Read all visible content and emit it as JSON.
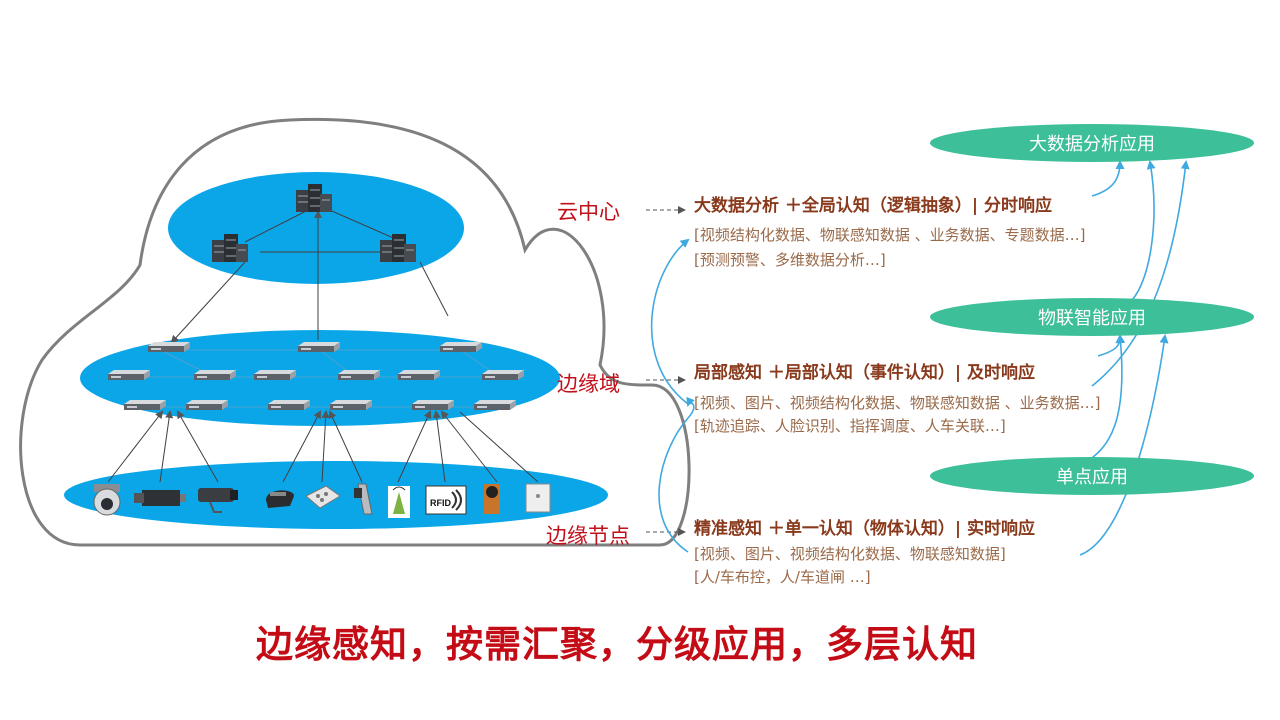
{
  "layers": {
    "cloud": {
      "label": "云中心",
      "main": "大数据分析 ＋全局认知（逻辑抽象）| 分时响应",
      "detail1": "[视频结构化数据、物联感知数据 、业务数据、专题数据…]",
      "detail2": "[预测预警、多维数据分析…]"
    },
    "edge_domain": {
      "label": "边缘域",
      "main": "局部感知 ＋局部认知（事件认知）| 及时响应",
      "detail1": "[视频、图片、视频结构化数据、物联感知数据 、业务数据…]",
      "detail2": "[轨迹追踪、人脸识别、指挥调度、人车关联…]"
    },
    "edge_node": {
      "label": "边缘节点",
      "main": "精准感知 ＋单一认知（物体认知）| 实时响应",
      "detail1": "[视频、图片、视频结构化数据、物联感知数据]",
      "detail2": "[人/车布控，人/车道闸 …]"
    }
  },
  "applications": {
    "big_data": "大数据分析应用",
    "iot": "物联智能应用",
    "single": "单点应用"
  },
  "devices": {
    "rfid_label": "RFID"
  },
  "slogan": "边缘感知，按需汇聚，分级应用，多层认知",
  "colors": {
    "ellipse_blue": "#0ba6e8",
    "app_green": "#3dbf9a",
    "label_red": "#c0101a",
    "text_brown": "#8a3a1c",
    "cloud_outline": "#7f7f7f",
    "arrow_blue": "#3fa9e0"
  }
}
